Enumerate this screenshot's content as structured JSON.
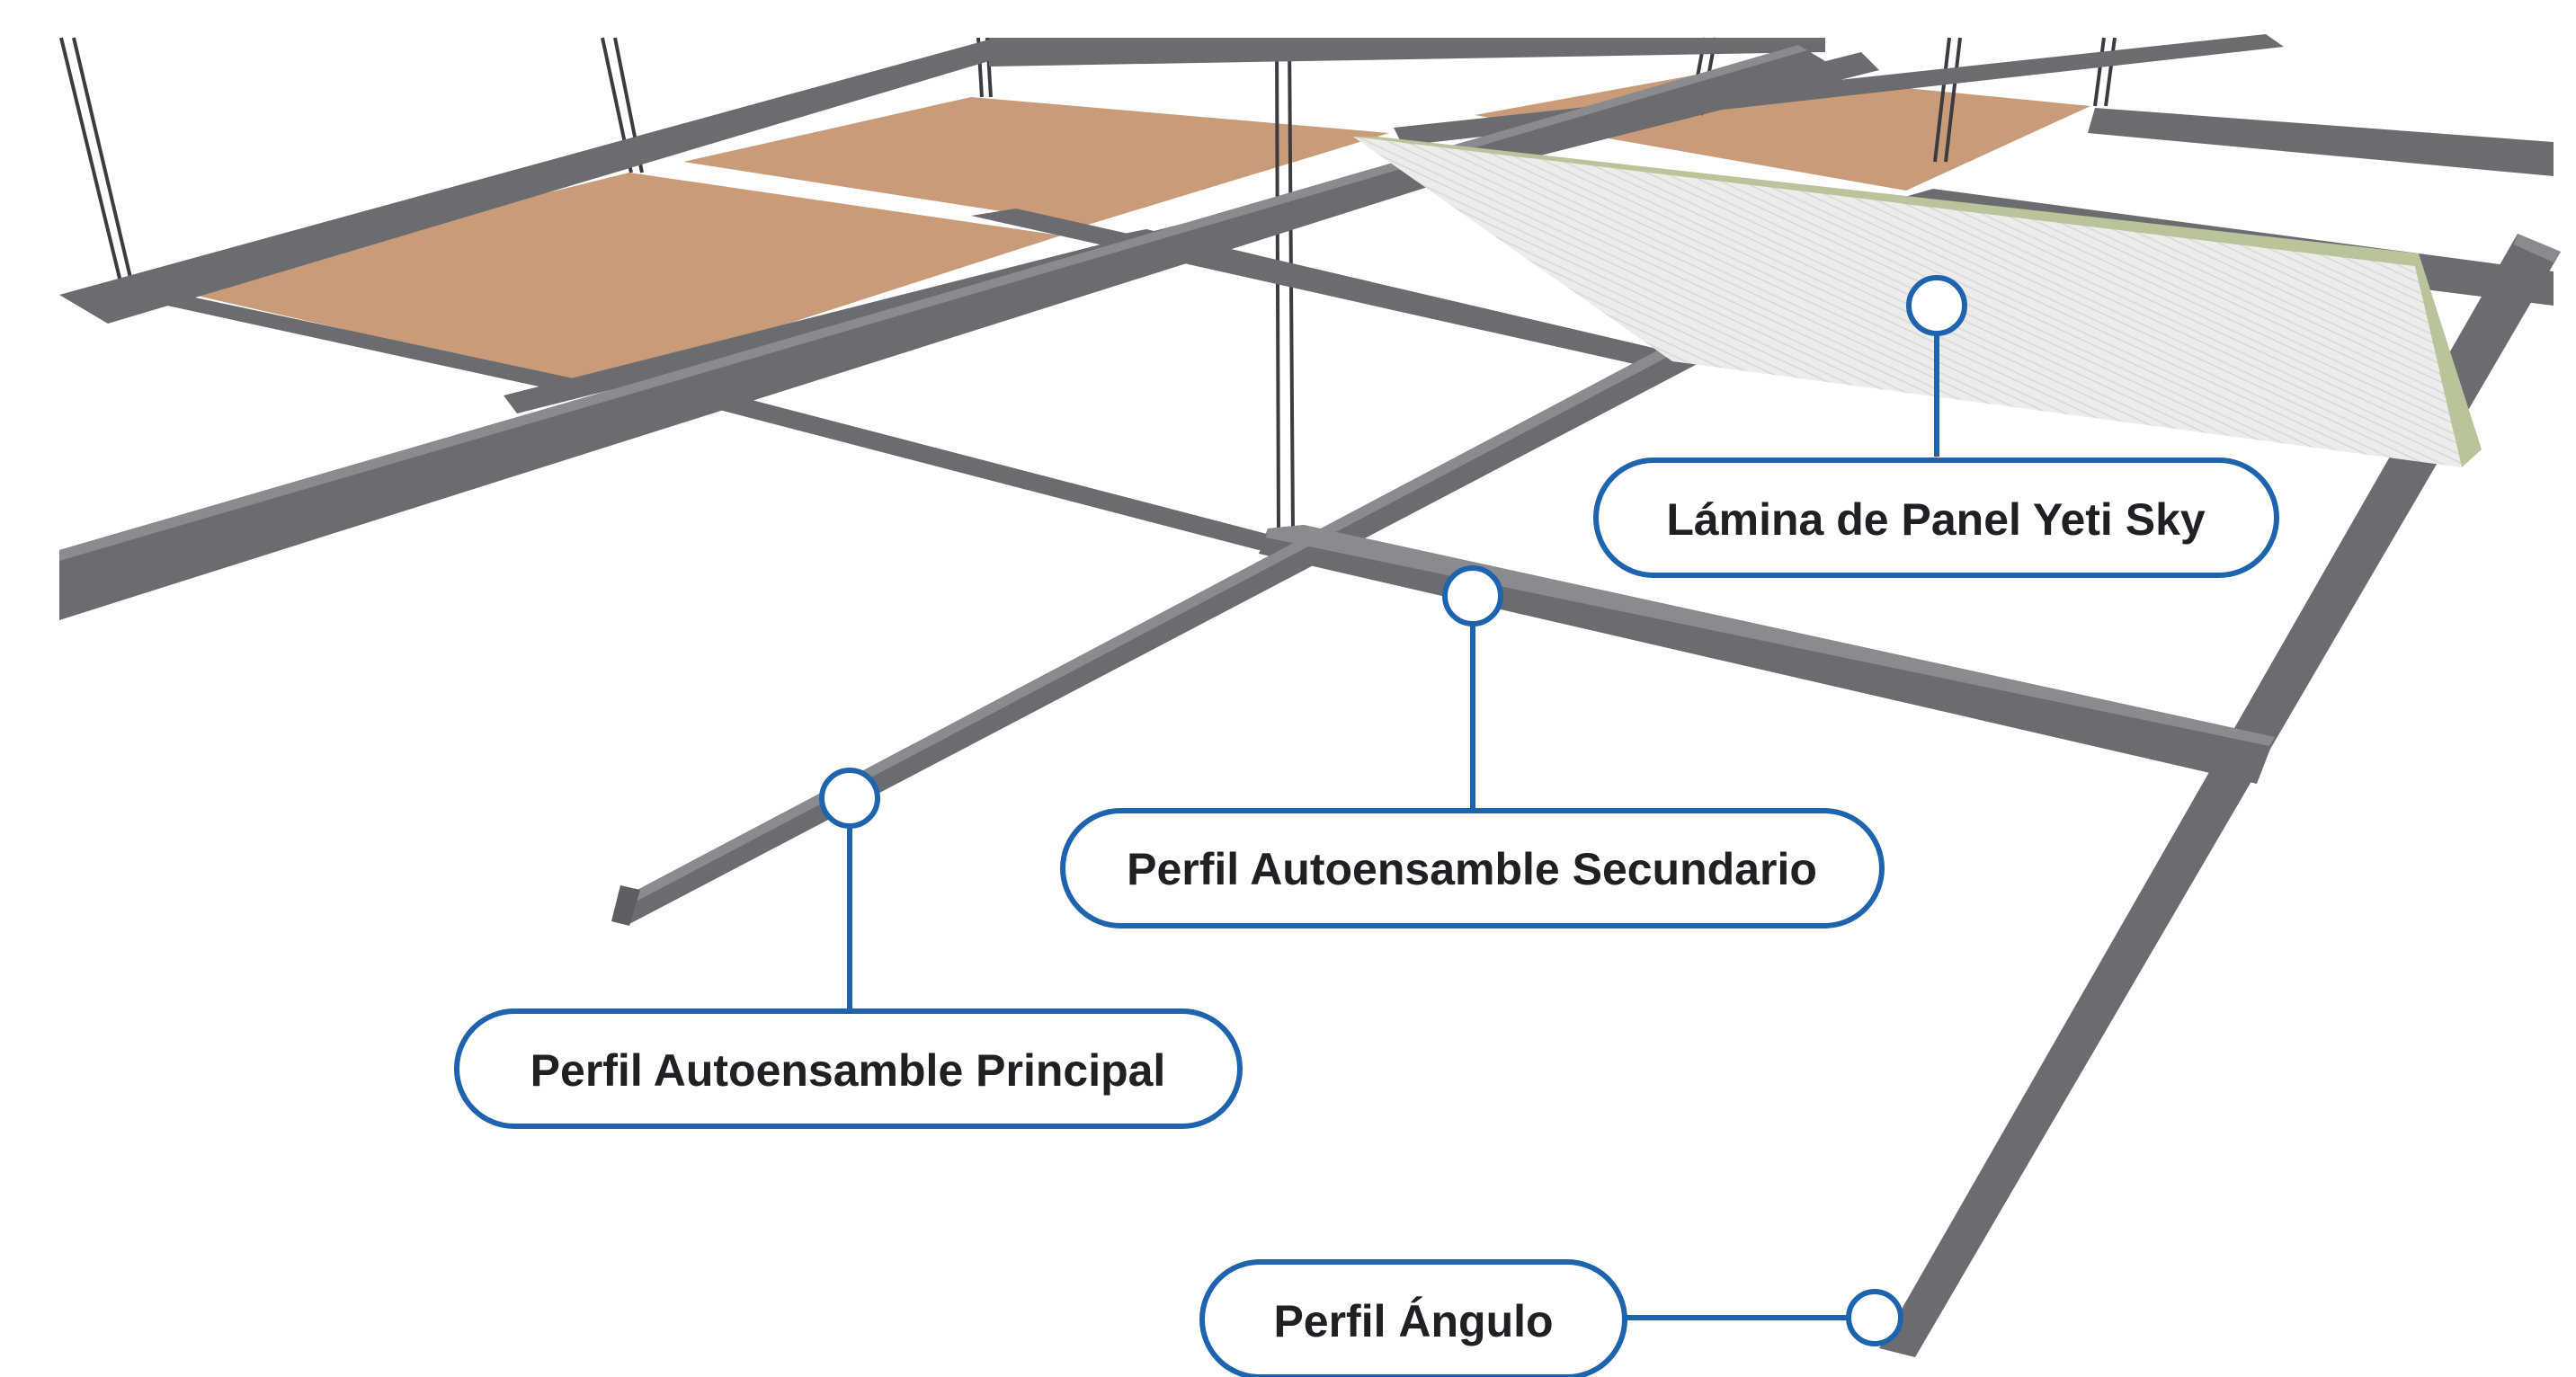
{
  "diagram": {
    "title": "",
    "callouts": {
      "lamina": {
        "label": "Lámina de Panel Yeti Sky"
      },
      "secundario": {
        "label": "Perfil Autoensamble Secundario"
      },
      "principal": {
        "label": "Perfil Autoensamble Principal"
      },
      "angulo": {
        "label": "Perfil Ángulo"
      }
    },
    "colors": {
      "callout_border": "#1e63ad",
      "beam": "#6b6c70",
      "beam_highlight": "#8a8b8f",
      "tile": "#c99b78",
      "panel_face": "#ededeb",
      "panel_edge": "#b9c49a",
      "label_text": "#1f1f24"
    }
  }
}
